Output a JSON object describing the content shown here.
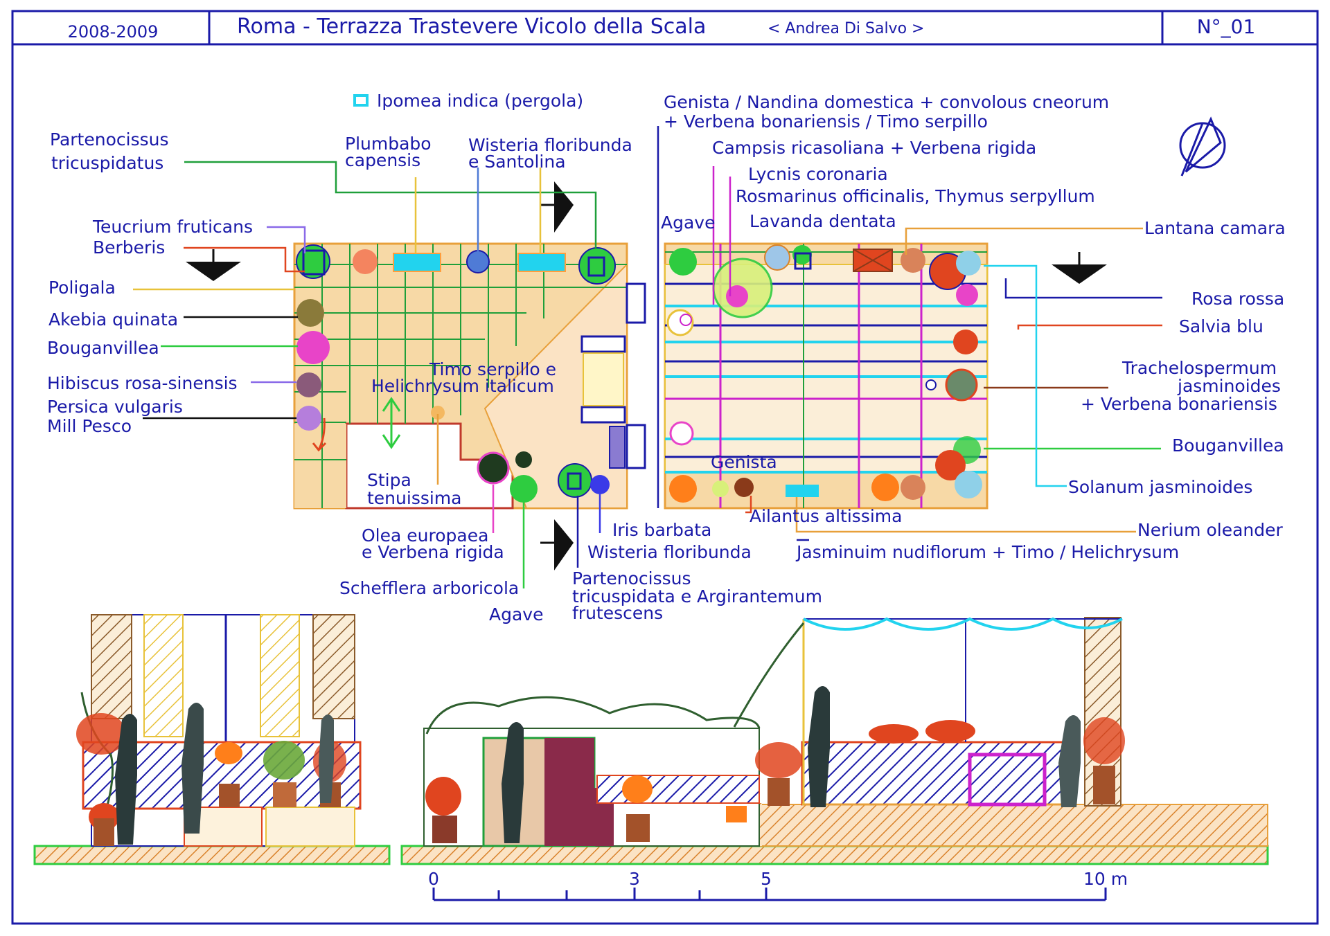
{
  "header": {
    "year": "2008-2009",
    "title": "Roma - Terrazza Trastevere Vicolo della Scala",
    "author": "< Andrea Di Salvo >",
    "sheet_number": "N°_01"
  },
  "legend": {
    "pergola": "Ipomea indica (pergola)"
  },
  "plants_left": [
    {
      "key": "partenocissus_l1",
      "text": "Partenocissus"
    },
    {
      "key": "partenocissus_l2",
      "text": "tricuspidatus"
    },
    {
      "key": "teucrium",
      "text": "Teucrium fruticans"
    },
    {
      "key": "berberis",
      "text": "Berberis"
    },
    {
      "key": "poligala",
      "text": "Poligala"
    },
    {
      "key": "akebia",
      "text": "Akebia quinata"
    },
    {
      "key": "bouganvillea_l",
      "text": "Bouganvillea"
    },
    {
      "key": "hibiscus",
      "text": "Hibiscus rosa-sinensis"
    },
    {
      "key": "persica_l1",
      "text": "Persica vulgaris"
    },
    {
      "key": "persica_l2",
      "text": "Mill Pesco"
    }
  ],
  "plants_top": [
    {
      "key": "plumbago_l1",
      "text": "Plumbabo"
    },
    {
      "key": "plumbago_l2",
      "text": "capensis"
    },
    {
      "key": "wisteria_l1",
      "text": "Wisteria floribunda"
    },
    {
      "key": "wisteria_l2",
      "text": "e Santolina"
    },
    {
      "key": "genista_l1",
      "text": "Genista / Nandina domestica + convolous cneorum"
    },
    {
      "key": "genista_l2",
      "text": "+ Verbena bonariensis / Timo serpillo"
    },
    {
      "key": "campsis",
      "text": "Campsis ricasoliana + Verbena rigida"
    },
    {
      "key": "lycnis",
      "text": "Lycnis coronaria"
    },
    {
      "key": "rosmarinus",
      "text": "Rosmarinus officinalis, Thymus serpyllum"
    },
    {
      "key": "agave_top",
      "text": "Agave"
    },
    {
      "key": "lavanda",
      "text": "Lavanda dentata"
    }
  ],
  "plants_right": [
    {
      "key": "lantana",
      "text": "Lantana camara"
    },
    {
      "key": "rosa",
      "text": "Rosa rossa"
    },
    {
      "key": "salvia",
      "text": "Salvia blu"
    },
    {
      "key": "trach_l1",
      "text": "Trachelospermum"
    },
    {
      "key": "trach_l2",
      "text": "jasminoides"
    },
    {
      "key": "trach_l3",
      "text": "+ Verbena bonariensis"
    },
    {
      "key": "bouganvillea_r",
      "text": "Bouganvillea"
    },
    {
      "key": "solanum",
      "text": "Solanum jasminoides"
    },
    {
      "key": "nerium",
      "text": "Nerium oleander"
    }
  ],
  "plants_bottom": [
    {
      "key": "timo_l1",
      "text": "Timo serpillo e"
    },
    {
      "key": "timo_l2",
      "text": "Helichrysum italicum"
    },
    {
      "key": "stipa_l1",
      "text": "Stipa"
    },
    {
      "key": "stipa_l2",
      "text": "tenuissima"
    },
    {
      "key": "olea_l1",
      "text": "Olea europaea"
    },
    {
      "key": "olea_l2",
      "text": "e Verbena rigida"
    },
    {
      "key": "schefflera",
      "text": "Schefflera arboricola"
    },
    {
      "key": "agave_bottom",
      "text": "Agave"
    },
    {
      "key": "iris",
      "text": "Iris barbata"
    },
    {
      "key": "wisteria_b",
      "text": "Wisteria floribunda"
    },
    {
      "key": "parten_b1",
      "text": "Partenocissus"
    },
    {
      "key": "parten_b2",
      "text": "tricuspidata e Argirantemum"
    },
    {
      "key": "parten_b3",
      "text": "frutescens"
    },
    {
      "key": "genista_b",
      "text": "Genista"
    },
    {
      "key": "ailantus",
      "text": "Ailantus altissima"
    },
    {
      "key": "jasminum",
      "text": "Jasminuim nudiflorum + Timo / Helichrysum"
    }
  ],
  "scale_bar": {
    "labels": [
      {
        "key": "s0",
        "text": "0"
      },
      {
        "key": "s3",
        "text": "3"
      },
      {
        "key": "s5",
        "text": "5"
      },
      {
        "key": "s10",
        "text": "10 m"
      }
    ]
  },
  "colors": {
    "frame": "#1a1aa8",
    "terrace_fill": "#f7d9a6",
    "grid_green": "#1f9f3a",
    "hatch_orange": "#e8a03a",
    "pergola_cyan": "#22d3ee",
    "magenta": "#cc22cc"
  }
}
